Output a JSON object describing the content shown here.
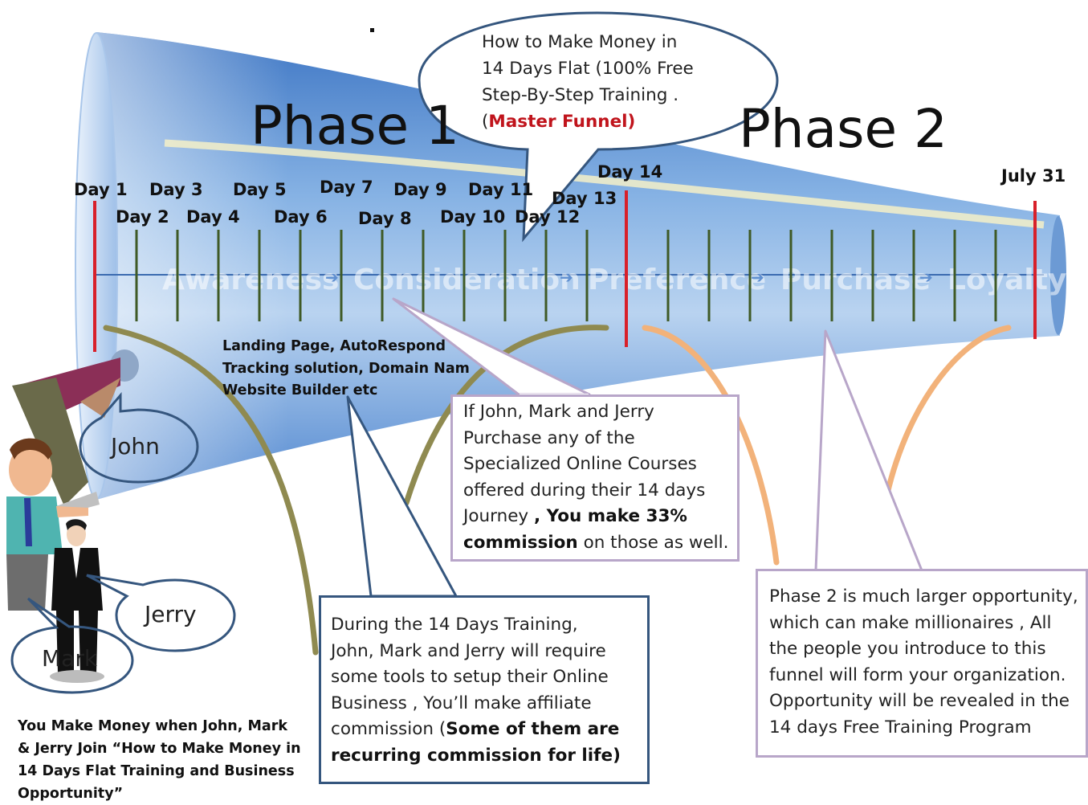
{
  "phases": {
    "phase1": "Phase 1",
    "phase2": "Phase 2"
  },
  "funnel_stages": [
    "Awareness",
    "Consideration",
    "Preference",
    "Purchase",
    "Loyalty"
  ],
  "days": {
    "d1": "Day 1",
    "d2": "Day 2",
    "d3": "Day 3",
    "d4": "Day 4",
    "d5": "Day 5",
    "d6": "Day 6",
    "d7": "Day 7",
    "d8": "Day 8",
    "d9": "Day 9",
    "d10": "Day 10",
    "d11": "Day 11",
    "d12": "Day 12",
    "d13": "Day 13",
    "d14": "Day 14",
    "end": "July 31"
  },
  "master_bubble": {
    "line1": "How to Make Money in",
    "line2": "14 Days Flat (100% Free",
    "line3": "Step-By-Step Training .",
    "line4_open": "(",
    "line4_red": "Master Funnel)"
  },
  "tools_list": {
    "line1": "Landing Page,  AutoRespond",
    "line2": "Tracking solution,  Domain Nam",
    "line3": "Website Builder etc"
  },
  "tools_box": {
    "line1": "During the 14 Days Training,",
    "line2": "John, Mark and Jerry will require",
    "line3": "some tools to setup their Online",
    "line4": "Business , You’ll make affiliate",
    "line5": "commission  (",
    "line5_bold": "Some of them are",
    "line6_bold": "recurring commission for life",
    "line6_end": ")"
  },
  "course_box": {
    "line1": "If John, Mark and Jerry",
    "line2": "Purchase any of the",
    "line3": "Specialized Online Courses",
    "line4": "offered during their 14 days",
    "line5": "Journey ",
    "line5_bold": ", You make 33%",
    "line6_bold": "commission",
    "line6_end": " on those as well."
  },
  "phase2_box": {
    "line1": "Phase 2 is much larger opportunity,",
    "line2": "which  can make millionaires , All",
    "line3": "the people you introduce to this",
    "line4": "funnel will form your organization.",
    "line5": "Opportunity  will be revealed in the",
    "line6": "14 days  Free Training Program"
  },
  "people": {
    "john": "John",
    "jerry": "Jerry",
    "mark": "Mark"
  },
  "bottom_note": {
    "line1": "You Make  Money when John, Mark",
    "line2": "& Jerry Join “How to Make Money in",
    "line3": "14 Days Flat Training and Business",
    "line4": "Opportunity”"
  },
  "colors": {
    "funnel": "#6f9fd6",
    "marker_red": "#d8202a",
    "tick_green": "#3f5a26",
    "arc_olive": "#8f8a50",
    "arc_orange": "#f2b27a",
    "box_blue": "#35567e",
    "box_lilac": "#b8a6c9",
    "accent_red": "#c0141c"
  }
}
